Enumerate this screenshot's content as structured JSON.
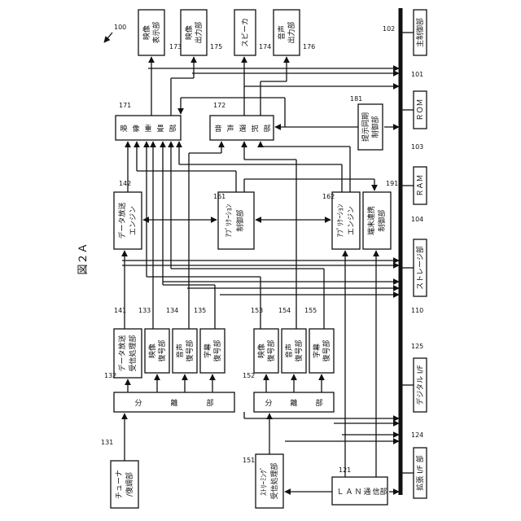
{
  "figure_title": "図２Ａ",
  "device_ref": "100",
  "blocks": [
    {
      "id": "main_ctrl",
      "ref": "101",
      "lines": [
        "主制御部"
      ]
    },
    {
      "id": "rom",
      "ref": "103",
      "lines": [
        "ＲＯＭ"
      ]
    },
    {
      "id": "ram",
      "ref": "104",
      "lines": [
        "ＲＡＭ"
      ]
    },
    {
      "id": "storage",
      "ref": "110",
      "lines": [
        "ストレージ部"
      ]
    },
    {
      "id": "digital_if",
      "ref": "125",
      "lines": [
        "デジタル I/F"
      ]
    },
    {
      "id": "ext_if",
      "ref": "124",
      "lines": [
        "拡張 I/F 部"
      ]
    },
    {
      "id": "video_display",
      "ref": "173",
      "lines": [
        "映像",
        "表示部"
      ]
    },
    {
      "id": "video_output",
      "ref": "175",
      "lines": [
        "映像",
        "出力部"
      ]
    },
    {
      "id": "speaker",
      "ref": "174",
      "lines": [
        "スピーカ"
      ]
    },
    {
      "id": "audio_output",
      "ref": "176",
      "lines": [
        "音声",
        "出力部"
      ]
    },
    {
      "id": "video_compositor",
      "ref": "171",
      "lines": [
        "映",
        "像",
        "重",
        "畳",
        "部"
      ]
    },
    {
      "id": "audio_selector",
      "ref": "172",
      "lines": [
        "音",
        "声",
        "選",
        "択",
        "部"
      ]
    },
    {
      "id": "presentation_sync",
      "ref": "181",
      "lines": [
        "提示同期",
        "制御部"
      ]
    },
    {
      "id": "data_broadcast_engine",
      "ref": "142",
      "lines": [
        "データ放送",
        "エンジン"
      ]
    },
    {
      "id": "app_engine_1",
      "ref": "161",
      "lines": [
        "ｱﾌﾟﾘｹｰｼｮﾝ",
        "制御部"
      ]
    },
    {
      "id": "app_engine_2",
      "ref": "162",
      "lines": [
        "ｱﾌﾟﾘｹｰｼｮﾝ",
        "エンジン"
      ]
    },
    {
      "id": "terminal_link",
      "ref": "191",
      "lines": [
        "端末連携",
        "制御部"
      ]
    },
    {
      "id": "data_receive",
      "ref": "141",
      "lines": [
        "データ放送",
        "受信処理部"
      ]
    },
    {
      "id": "video_decoder_1",
      "ref": "133",
      "lines": [
        "映像",
        "復号部"
      ]
    },
    {
      "id": "audio_decoder_1",
      "ref": "134",
      "lines": [
        "音声",
        "復号部"
      ]
    },
    {
      "id": "caption_decoder_1",
      "ref": "135",
      "lines": [
        "字幕",
        "復号部"
      ]
    },
    {
      "id": "video_decoder_2",
      "ref": "153",
      "lines": [
        "映像",
        "復号部"
      ]
    },
    {
      "id": "audio_decoder_2",
      "ref": "154",
      "lines": [
        "音声",
        "復号部"
      ]
    },
    {
      "id": "caption_decoder_2",
      "ref": "155",
      "lines": [
        "字幕",
        "復号部"
      ]
    },
    {
      "id": "demux_1",
      "ref": "132",
      "lines": [
        "分",
        "離",
        "部"
      ]
    },
    {
      "id": "demux_2",
      "ref": "152",
      "lines": [
        "分",
        "離",
        "部"
      ]
    },
    {
      "id": "tuner",
      "ref": "131",
      "lines": [
        "チューナ",
        "/復調部"
      ]
    },
    {
      "id": "streaming_receive",
      "ref": "151",
      "lines": [
        "ｽﾄﾘｰﾐﾝｸﾞ",
        "受信処理部"
      ]
    },
    {
      "id": "lan",
      "ref": "121",
      "lines": [
        "Ｌ",
        "Ａ",
        "Ｎ",
        "通",
        "信",
        "部"
      ]
    }
  ],
  "bus_ref": "102"
}
